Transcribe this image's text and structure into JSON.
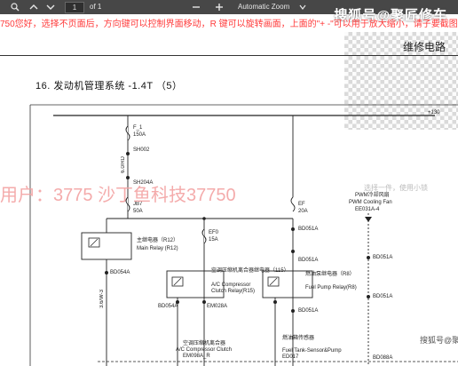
{
  "toolbar": {
    "search_icon": "search-icon",
    "prev_icon": "arrow-up-icon",
    "next_icon": "arrow-down-icon",
    "page_value": "1",
    "of_label": "of 1",
    "zoom_out_icon": "minus-icon",
    "zoom_in_icon": "plus-icon",
    "zoom_label": "Automatic Zoom"
  },
  "banner_text": "750您好，选择不页面后，方向键可以控制界面移动，R 键可以旋转画面，上面的\"+ -\"可以用于放大缩小，请子要截图，过",
  "brand": "搜狐号@聚匠修车",
  "section_right": "维修电路",
  "page_title": "16. 发动机管理系统 -1.4T （5）",
  "watermark": "用户：3775  沙丁鱼科技37750",
  "watermark2": "选择一件，使用小锁",
  "sohu_logo": "搜狐号@聚",
  "schematic": {
    "rail_label": "+130",
    "f1": "F_1",
    "f1_amp": "150A",
    "sh002": "SH002",
    "wire1": "6.0/RD",
    "sh204a": "SH204A",
    "jb7": "JB7",
    "jb7_amp": "50A",
    "main_relay_cn": "主继电器（R12）",
    "main_relay_en": "Main Relay (R12)",
    "bd054a": "BD054A",
    "wire_left": "3.6/W-3",
    "ef0": "EF0",
    "ef0_amp": "15A",
    "ac_relay_cn": "空调压缩机离合器继电器（115）",
    "ac_relay_en1": "A/C Compressor",
    "ac_relay_en2": "Clutch Relay(R15)",
    "bd054a_2": "BD054A",
    "em028a": "EM028A",
    "ac_clutch_cn": "空调压缩机离合器",
    "ac_clutch_en": "A/C Compressor Clutch",
    "em098a": "EM098A_R",
    "ef": "EF",
    "ef_amp": "20A",
    "bd051a": "BD051A",
    "bd051a_2": "BD051A",
    "fuel_relay_cn": "燃油泵继电器（R8）",
    "fuel_relay_en": "Fuel Pump Relay(R8)",
    "bd051a_3": "BD051A",
    "fuel_tank_cn": "燃油箱传感器",
    "fuel_tank_en": "Fuel Tank-Sensor&Pump",
    "ed017": "ED017",
    "pwm_cn": "PWM冷却风扇",
    "pwm_en": "PWM Cooling Fan",
    "ee031a": "EE031A-4",
    "bd051a_4": "BD051A",
    "bd051a_5": "BD051A",
    "bd088a": "BD088A"
  },
  "colors": {
    "banner": "#ff3b3b",
    "toolbar": "#474747",
    "watermark": "#f3a3a3"
  }
}
